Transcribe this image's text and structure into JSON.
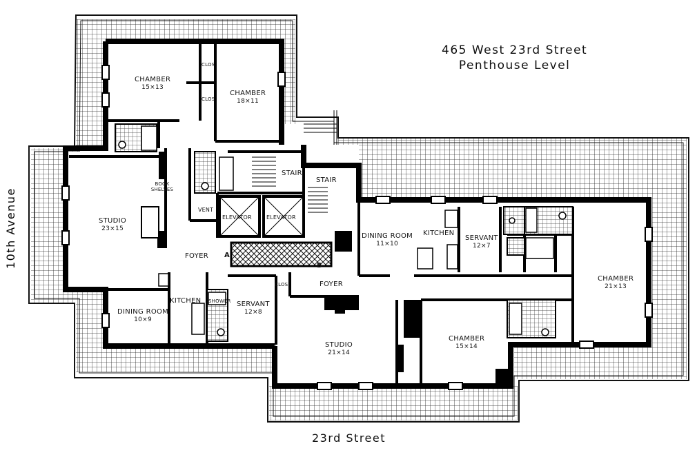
{
  "title": {
    "line1": "465 West 23rd Street",
    "line2": "Penthouse Level"
  },
  "streets": {
    "south": "23rd Street",
    "west": "10th Avenue"
  },
  "rooms": {
    "chamber_nw": {
      "name": "CHAMBER",
      "dim": "15×13"
    },
    "chamber_n": {
      "name": "CHAMBER",
      "dim": "18×11"
    },
    "clos_1": {
      "name": "CLOS"
    },
    "clos_2": {
      "name": "CLOS"
    },
    "clos_3": {
      "name": "CLOS"
    },
    "book_shelves": {
      "name": "BOOK SHELVES"
    },
    "studio_w": {
      "name": "STUDIO",
      "dim": "23×15"
    },
    "vent": {
      "name": "VENT"
    },
    "stair_1": {
      "name": "STAIR"
    },
    "stair_2": {
      "name": "STAIR"
    },
    "elevator_1": {
      "name": "ELEVATOR"
    },
    "elevator_2": {
      "name": "ELEVATOR"
    },
    "foyer_w": {
      "name": "FOYER"
    },
    "foyer_e": {
      "name": "FOYER"
    },
    "kitchen_w": {
      "name": "KITCHEN"
    },
    "shower": {
      "name": "SHOWER"
    },
    "servant_w": {
      "name": "SERVANT",
      "dim": "12×8"
    },
    "dining_w": {
      "name": "DINING ROOM",
      "dim": "10×9"
    },
    "dining_e": {
      "name": "DINING ROOM",
      "dim": "11×10"
    },
    "kitchen_e": {
      "name": "KITCHEN"
    },
    "servant_e": {
      "name": "SERVANT",
      "dim": "12×7"
    },
    "chamber_e": {
      "name": "CHAMBER",
      "dim": "21×13"
    },
    "studio_s": {
      "name": "STUDIO",
      "dim": "21×14"
    },
    "chamber_s": {
      "name": "CHAMBER",
      "dim": "15×14"
    }
  },
  "markers": {
    "a": "A",
    "b": "B"
  }
}
